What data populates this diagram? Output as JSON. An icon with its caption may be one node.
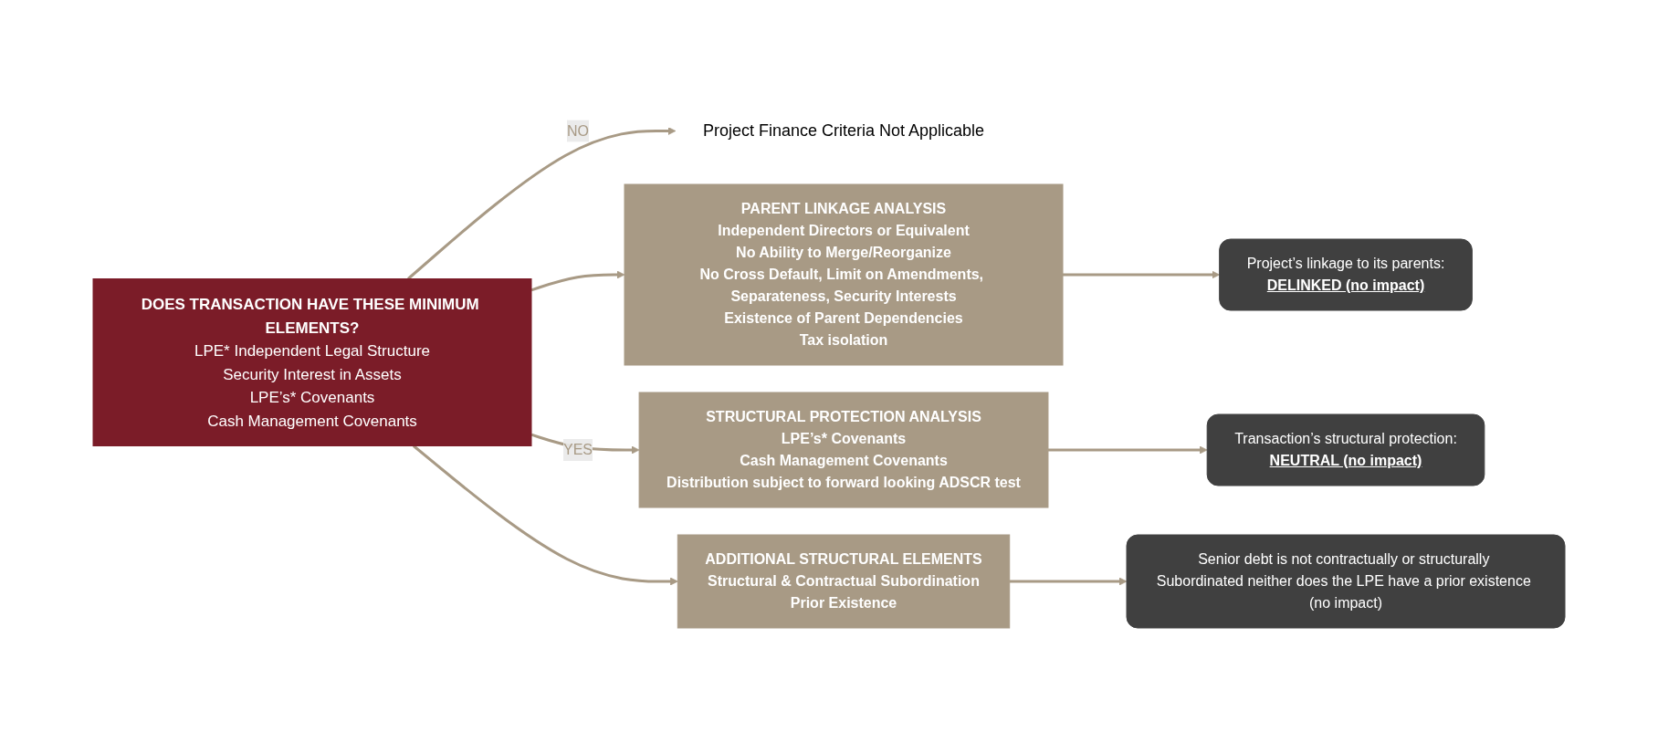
{
  "diagram": {
    "nodes": [
      {
        "text": [
          "DOES TRANSACTION HAVE THESE MINIMUM ELEMENTS?",
          "LPE* Independent Legal Structure",
          "Security Interest in Assets",
          "LPE’s* Covenants",
          "Cash Management Covenants"
        ]
      },
      {
        "text": [
          "Project Finance Criteria Not Applicable"
        ]
      },
      {
        "text": [
          "PARENT LINKAGE ANALYSIS",
          "Independent Directors or Equivalent",
          "No Ability to Merge/Reorganize",
          "No Cross Default, Limit on Amendments, Separateness, Security Interests",
          "Existence of Parent Dependencies",
          "Tax isolation"
        ]
      },
      {
        "text": [
          "Project’s linkage to its parents:",
          "DELINKED (no impact)"
        ]
      },
      {
        "text": [
          "STRUCTURAL PROTECTION ANALYSIS",
          "LPE’s* Covenants",
          "Cash Management Covenants",
          "Distribution subject to forward looking ADSCR test"
        ]
      },
      {
        "text": [
          "Transaction’s structural protection:",
          "NEUTRAL (no impact)"
        ]
      },
      {
        "text": [
          "ADDITIONAL STRUCTURAL ELEMENTS",
          "Structural & Contractual Subordination",
          "Prior Existence"
        ]
      },
      {
        "text": [
          "Senior debt is not contractually or structurally Subordinated neither does the LPE have a prior existence (no impact)"
        ]
      }
    ],
    "edges": [
      {
        "from": 0,
        "to": 2,
        "arrow": "to"
      },
      {
        "from": 0,
        "to": 4,
        "arrow": "to",
        "label": "YES"
      },
      {
        "from": 0,
        "to": 6,
        "arrow": "to"
      },
      {
        "from": 0,
        "to": 1,
        "arrow": "to",
        "label": "NO"
      },
      {
        "from": 2,
        "to": 3,
        "arrow": "to"
      },
      {
        "from": 4,
        "to": 5,
        "arrow": "to"
      },
      {
        "from": 6,
        "to": 7,
        "arrow": "to"
      }
    ]
  }
}
